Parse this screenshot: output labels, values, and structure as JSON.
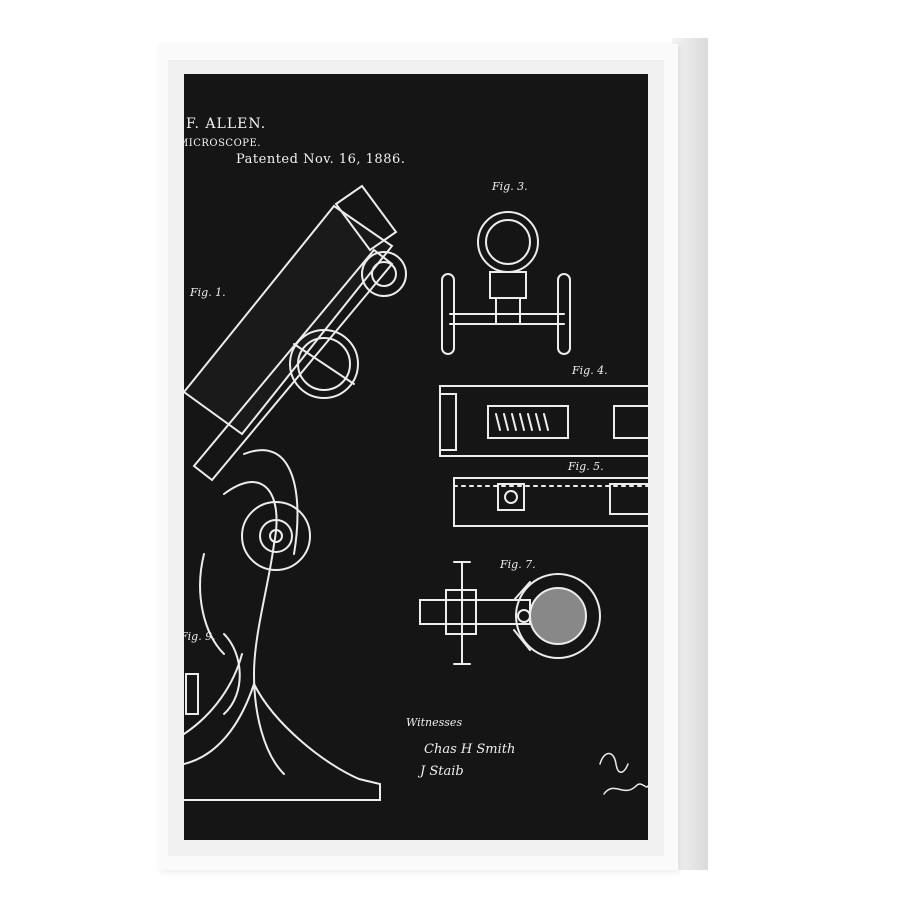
{
  "patent": {
    "inventor": "F. ALLEN.",
    "title": "MICROSCOPE.",
    "date": "Patented Nov. 16, 1886."
  },
  "figures": {
    "fig1": "Fig. 1.",
    "fig3": "Fig. 3.",
    "fig4": "Fig. 4.",
    "fig5": "Fig. 5.",
    "fig7": "Fig. 7.",
    "fig9": "Fig. 9."
  },
  "witnesses": {
    "label": "Witnesses",
    "name1": "Chas H Smith",
    "name2": "J Staib"
  },
  "colors": {
    "canvas": "#151515",
    "ink": "#f2f2f2",
    "frame": "#fafafa"
  }
}
